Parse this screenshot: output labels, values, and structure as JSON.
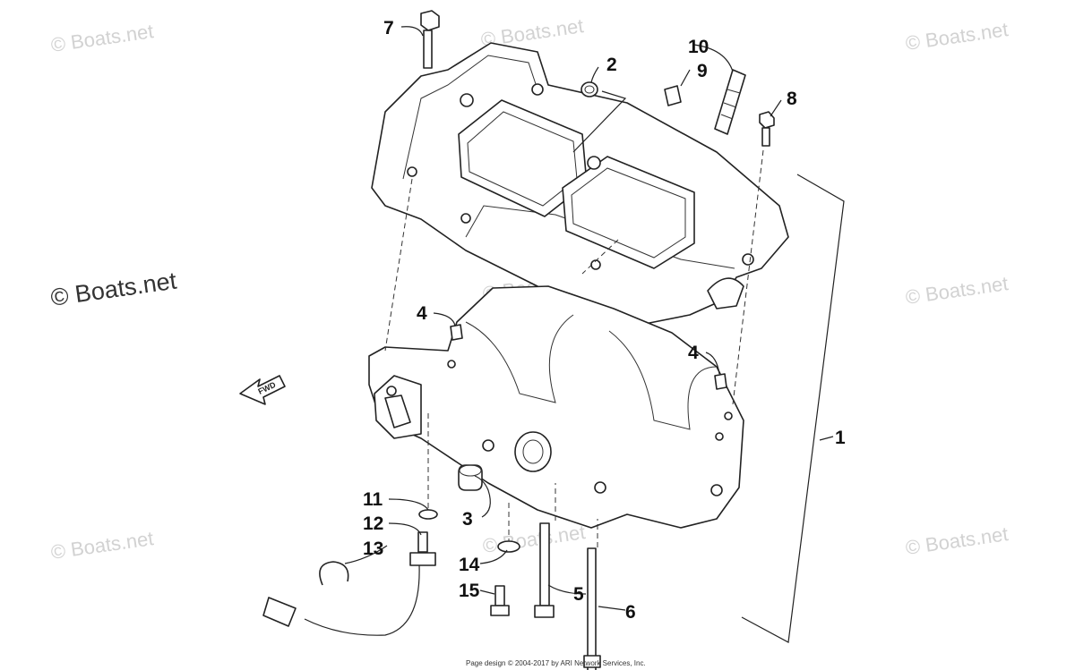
{
  "watermarks": {
    "text": "© Boats.net",
    "main": "© Boats.net"
  },
  "direction_arrow": {
    "label": "FWD"
  },
  "callouts": [
    {
      "id": "c1",
      "label": "1"
    },
    {
      "id": "c2",
      "label": "2"
    },
    {
      "id": "c3",
      "label": "3"
    },
    {
      "id": "c4a",
      "label": "4"
    },
    {
      "id": "c4b",
      "label": "4"
    },
    {
      "id": "c5",
      "label": "5"
    },
    {
      "id": "c6",
      "label": "6"
    },
    {
      "id": "c7",
      "label": "7"
    },
    {
      "id": "c8",
      "label": "8"
    },
    {
      "id": "c9",
      "label": "9"
    },
    {
      "id": "c10",
      "label": "10"
    },
    {
      "id": "c11",
      "label": "11"
    },
    {
      "id": "c12",
      "label": "12"
    },
    {
      "id": "c13",
      "label": "13"
    },
    {
      "id": "c14",
      "label": "14"
    },
    {
      "id": "c15",
      "label": "15"
    }
  ],
  "footer": {
    "text": "Page design © 2004-2017 by ARI Network Services, Inc."
  }
}
